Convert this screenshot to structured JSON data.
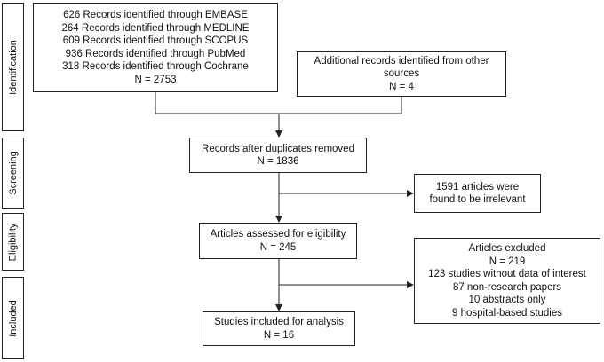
{
  "stages": {
    "identification": "Identification",
    "screening": "Screening",
    "eligibility": "Eligibility",
    "included": "Included"
  },
  "boxes": {
    "identified": {
      "lines": [
        "626 Records identified through EMBASE",
        "264 Records identified through MEDLINE",
        "609 Records identified through SCOPUS",
        "936 Records identified through PubMed",
        "318 Records identified through Cochrane",
        "N = 2753"
      ]
    },
    "additional": {
      "lines": [
        "Additional records identified from other",
        "sources",
        "N = 4"
      ]
    },
    "duplicates_removed": {
      "lines": [
        "Records after duplicates removed",
        "N = 1836"
      ]
    },
    "irrelevant": {
      "lines": [
        "1591 articles were",
        "found to be irrelevant"
      ]
    },
    "eligibility": {
      "lines": [
        "Articles assessed for eligibility",
        "N = 245"
      ]
    },
    "excluded": {
      "lines": [
        "Articles excluded",
        "N = 219",
        "123 studies without data of interest",
        "87 non-research papers",
        "10 abstracts only",
        "9 hospital-based studies"
      ]
    },
    "included": {
      "lines": [
        "Studies included for analysis",
        "N = 16"
      ]
    }
  }
}
